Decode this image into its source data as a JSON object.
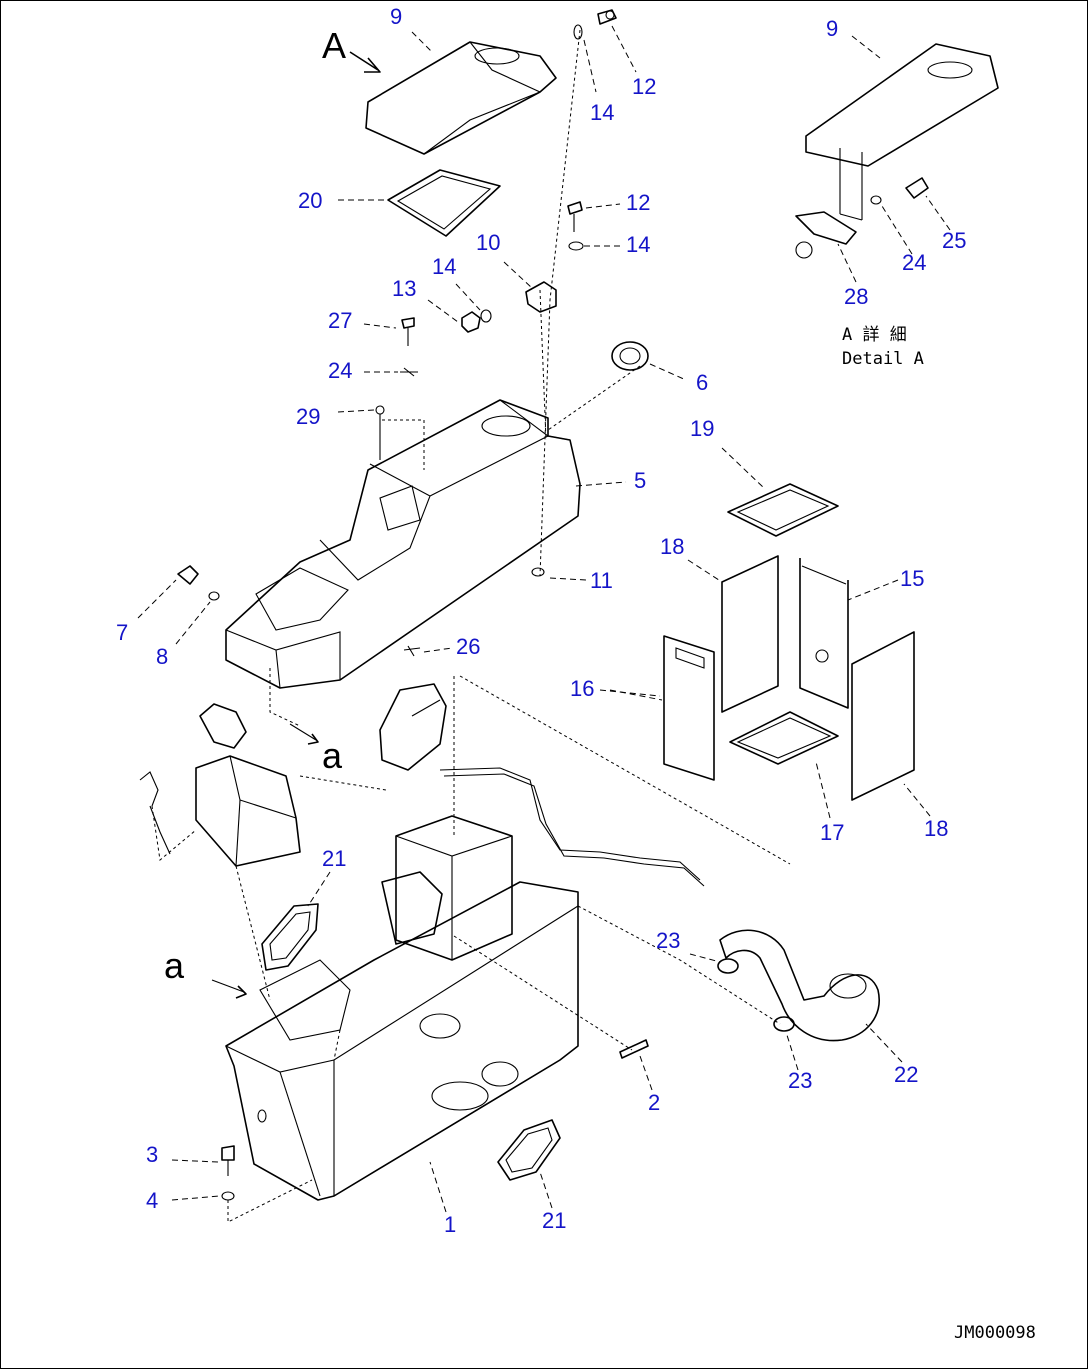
{
  "view_arrow_label": "A",
  "detail_caption": {
    "jp": "A 詳 細",
    "en": "Detail A"
  },
  "drawing_code": "JM000098",
  "callouts": {
    "c9a": "9",
    "c14a": "14",
    "c12a": "12",
    "c20": "20",
    "c12b": "12",
    "c10": "10",
    "c14b": "14",
    "c14c": "14",
    "c13": "13",
    "c27": "27",
    "c24a": "24",
    "c6": "6",
    "c29": "29",
    "c5": "5",
    "c11": "11",
    "c7": "7",
    "c8": "8",
    "c26": "26",
    "c21a": "21",
    "c3": "3",
    "c4": "4",
    "c1": "1",
    "c21b": "21",
    "c2": "2",
    "c23a": "23",
    "c23b": "23",
    "c22": "22",
    "c9b": "9",
    "c24b": "24",
    "c25": "25",
    "c28": "28",
    "c19": "19",
    "c18a": "18",
    "c15": "15",
    "c16": "16",
    "c17": "17",
    "c18b": "18"
  },
  "ref_marks": {
    "a_upper": "a",
    "a_lower": "a"
  },
  "colors": {
    "callout": "#1414c8",
    "line": "#000000",
    "background": "#ffffff"
  }
}
